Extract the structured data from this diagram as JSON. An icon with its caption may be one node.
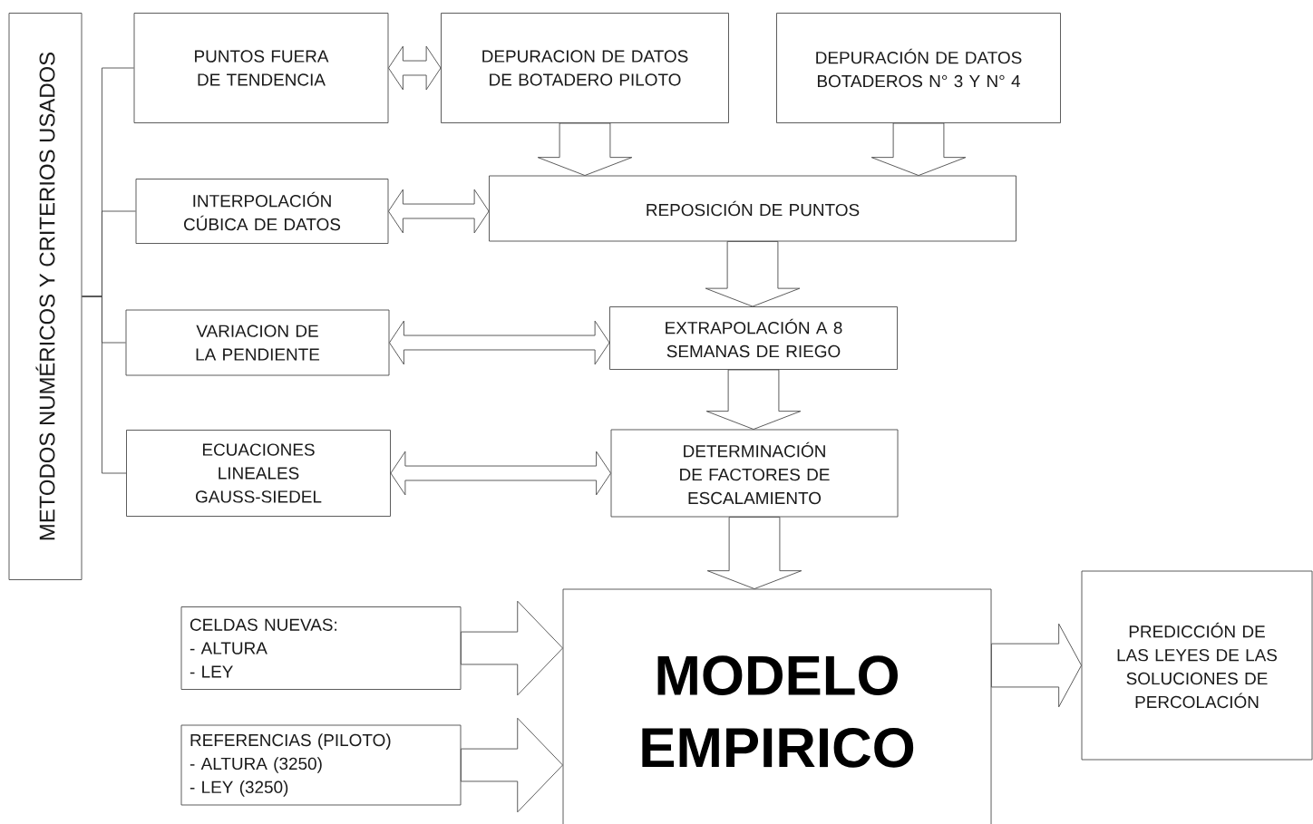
{
  "diagram": {
    "nodes": [
      {
        "text": [
          "METODOS NUMÉRICOS Y CRITERIOS USADOS"
        ]
      },
      {
        "text": [
          "PUNTOS FUERA DE TENDENCIA"
        ]
      },
      {
        "text": [
          "DEPURACION DE DATOS DE BOTADERO PILOTO"
        ]
      },
      {
        "text": [
          "DEPURACIÓN DE DATOS BOTADEROS N° 3 Y N°  4"
        ]
      },
      {
        "text": [
          "INTERPOLACIÓN CÚBICA DE DATOS"
        ]
      },
      {
        "text": [
          "REPOSICIÓN DE PUNTOS"
        ]
      },
      {
        "text": [
          "VARIACION DE LA PENDIENTE"
        ]
      },
      {
        "text": [
          "EXTRAPOLACIÓN A 8 SEMANAS DE RIEGO"
        ]
      },
      {
        "text": [
          "ECUACIONES LINEALES GAUSS-SIEDEL"
        ]
      },
      {
        "text": [
          "DETERMINACIÓN DE FACTORES DE ESCALAMIENTO"
        ]
      },
      {
        "text": [
          "MODELO EMPIRICO"
        ]
      },
      {
        "text": [
          "CELDAS NUEVAS:",
          "- ALTURA",
          "- LEY"
        ]
      },
      {
        "text": [
          "REFERENCIAS (PILOTO)",
          "- ALTURA (3250)",
          "- LEY (3250)"
        ]
      },
      {
        "text": [
          "PREDICCIÓN DE LAS LEYES DE LAS SOLUCIONES DE PERCOLACIÓN"
        ]
      }
    ],
    "edges": [
      {
        "from": 0,
        "to": 1,
        "arrow": "none"
      },
      {
        "from": 0,
        "to": 4,
        "arrow": "none"
      },
      {
        "from": 0,
        "to": 6,
        "arrow": "none"
      },
      {
        "from": 0,
        "to": 8,
        "arrow": "none"
      },
      {
        "from": 1,
        "to": 2,
        "arrow": "both"
      },
      {
        "from": 2,
        "to": 5,
        "arrow": "to"
      },
      {
        "from": 3,
        "to": 5,
        "arrow": "to"
      },
      {
        "from": 4,
        "to": 5,
        "arrow": "both"
      },
      {
        "from": 5,
        "to": 7,
        "arrow": "to"
      },
      {
        "from": 6,
        "to": 7,
        "arrow": "both"
      },
      {
        "from": 7,
        "to": 9,
        "arrow": "to"
      },
      {
        "from": 8,
        "to": 9,
        "arrow": "both"
      },
      {
        "from": 9,
        "to": 10,
        "arrow": "to"
      },
      {
        "from": 11,
        "to": 10,
        "arrow": "to"
      },
      {
        "from": 12,
        "to": 10,
        "arrow": "to"
      },
      {
        "from": 10,
        "to": 13,
        "arrow": "to"
      }
    ]
  }
}
